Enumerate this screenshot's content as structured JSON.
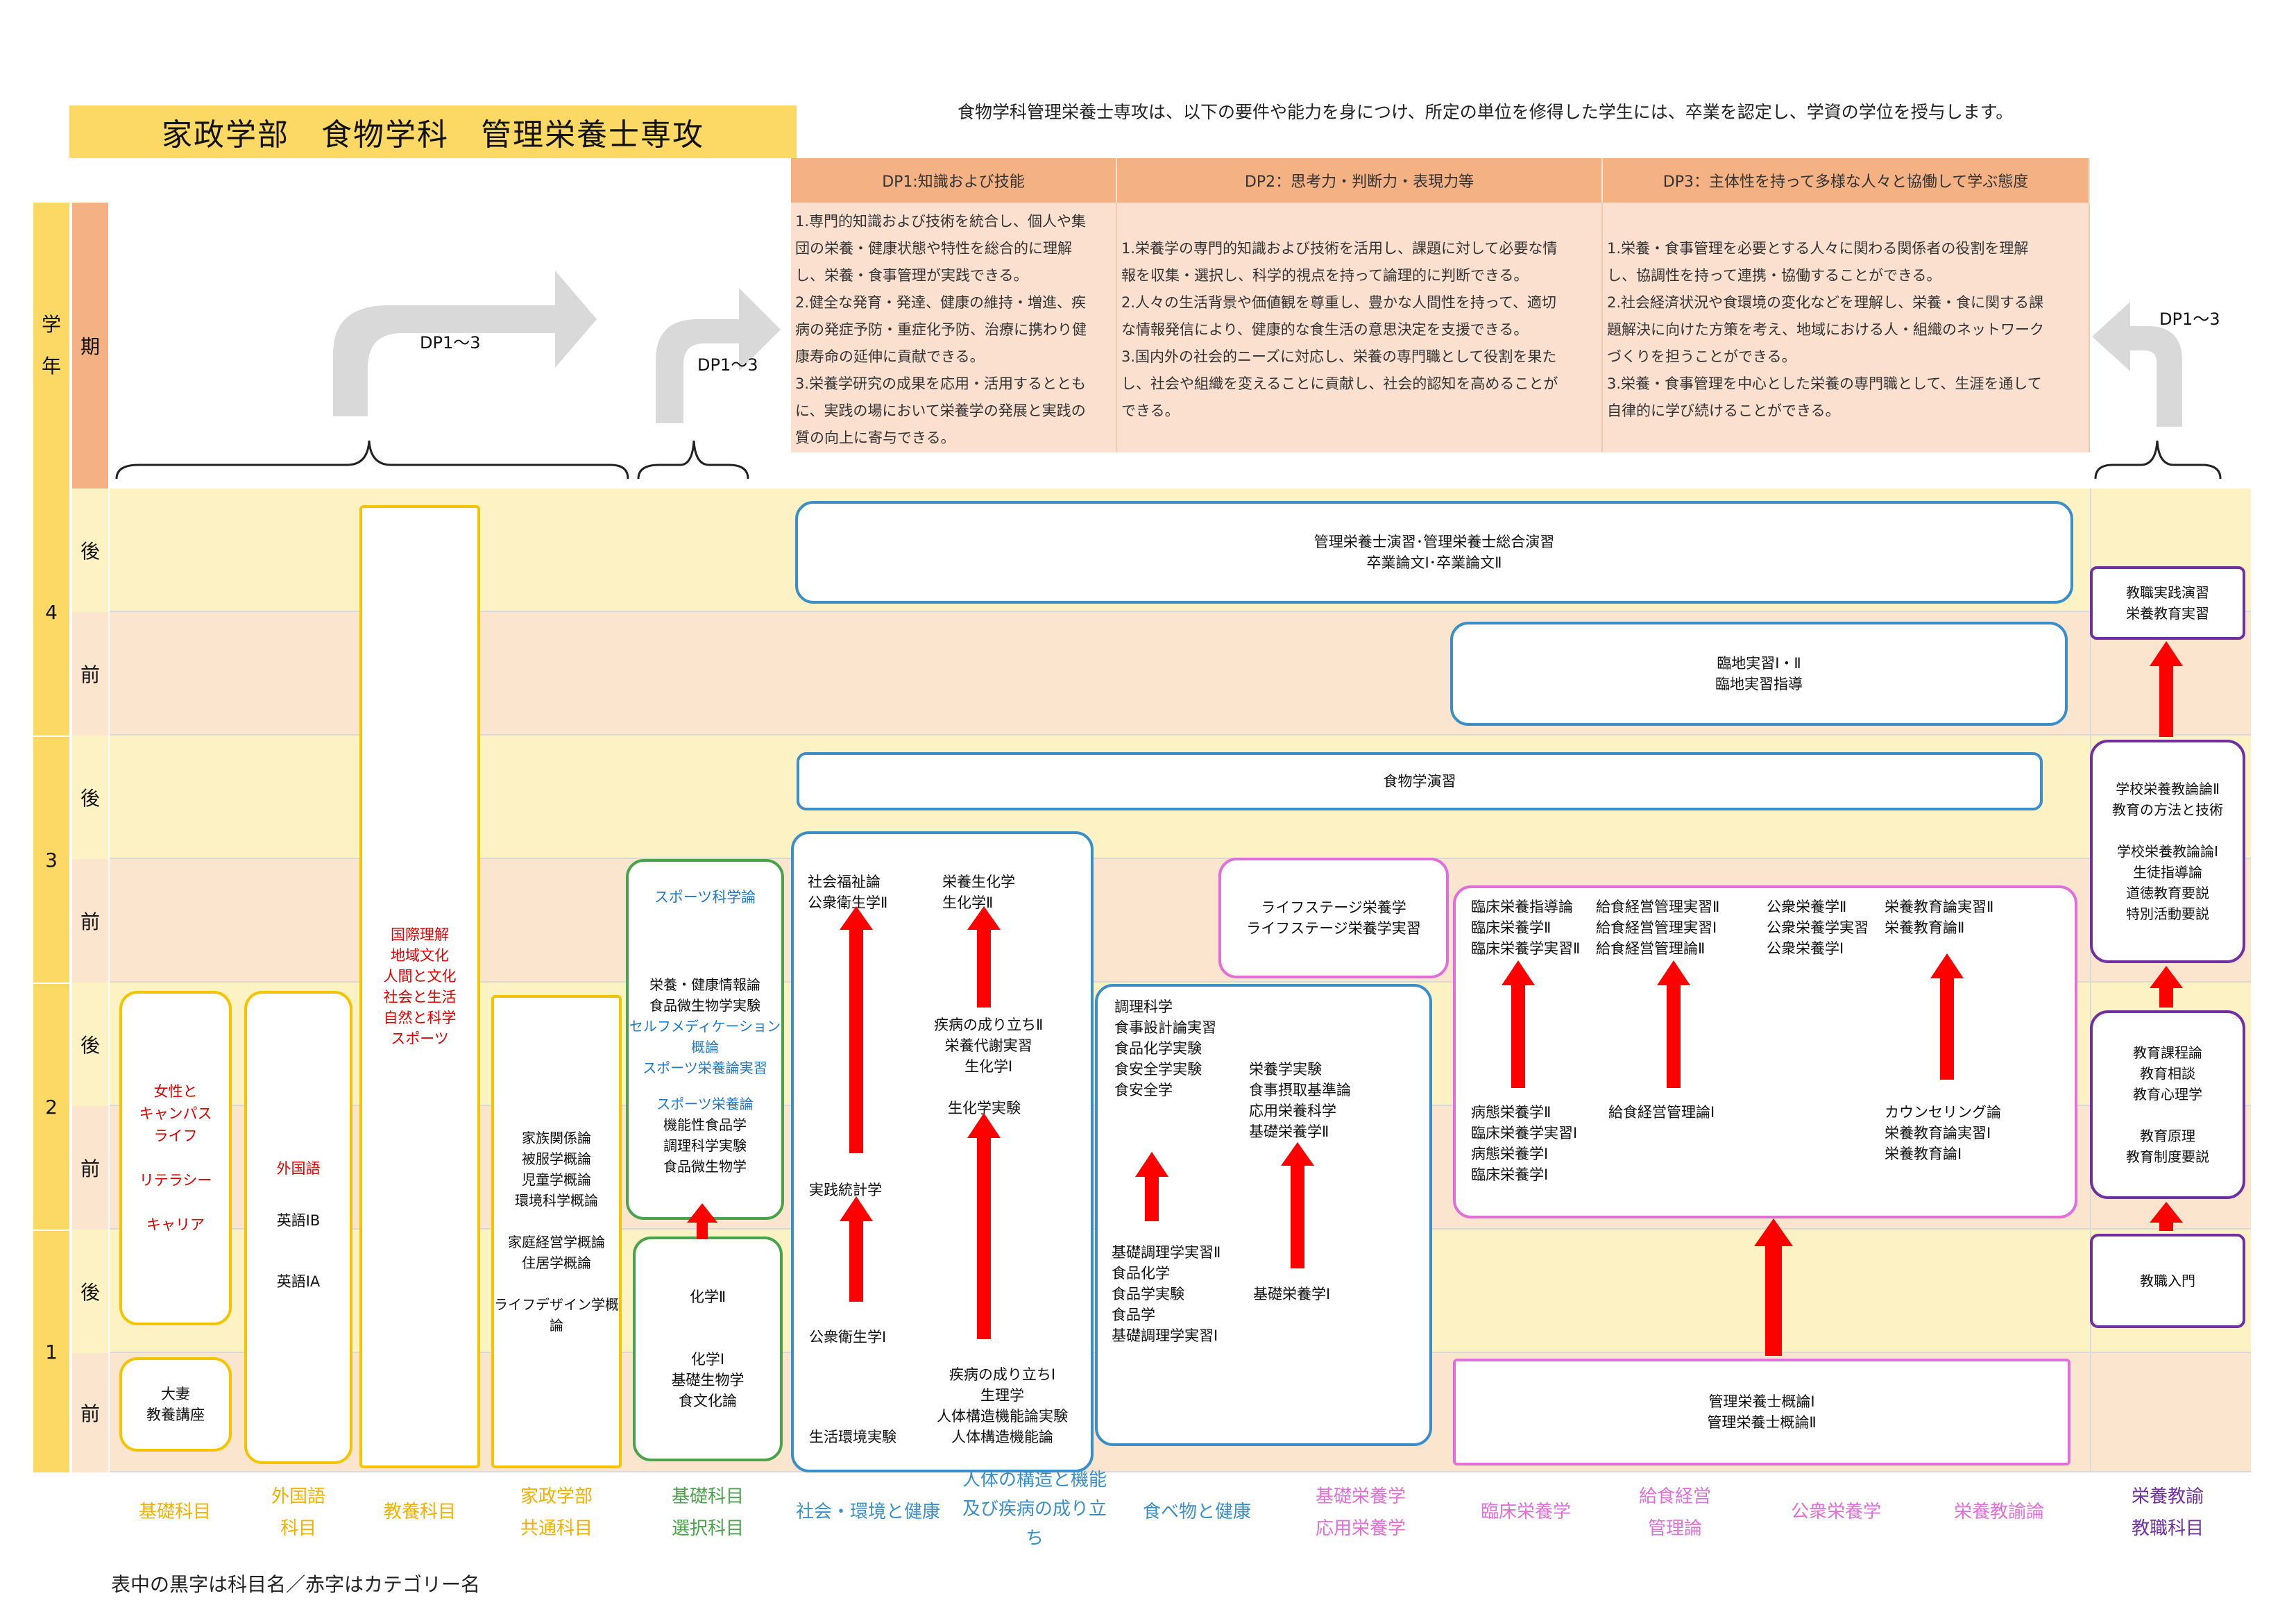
{
  "title": "家政学部　食物学科　管理栄養士専攻",
  "intro": "食物学科管理栄養士専攻は、以下の要件や能力を身につけ、所定の単位を修得した学生には、卒業を認定し、学資の学位を授与します。",
  "dp": [
    {
      "head": "DP1:知識および技能",
      "body": "1.専門的知識および技術を統合し、個人や集\n団の栄養・健康状態や特性を総合的に理解\nし、栄養・食事管理が実践できる。\n2.健全な発育・発達、健康の維持・増進、疾\n病の発症予防・重症化予防、治療に携わり健\n康寿命の延伸に貢献できる。\n3.栄養学研究の成果を応用・活用するととも\nに、実践の場において栄養学の発展と実践の\n質の向上に寄与できる。"
    },
    {
      "head": "DP2：思考力・判断力・表現力等",
      "body": "\n1.栄養学の専門的知識および技術を活用し、課題に対して必要な情\n報を収集・選択し、科学的視点を持って論理的に判断できる。\n2.人々の生活背景や価値観を尊重し、豊かな人間性を持って、適切\nな情報発信により、健康的な食生活の意思決定を支援できる。\n3.国内外の社会的ニーズに対応し、栄養の専門職として役割を果た\nし、社会や組織を変えることに貢献し、社会的認知を高めることが\nできる。"
    },
    {
      "head": "DP3：主体性を持って多様な人々と協働して学ぶ態度",
      "body": "\n1.栄養・食事管理を必要とする人々に関わる関係者の役割を理解\nし、協調性を持って連携・協働することができる。\n2.社会経済状況や食環境の変化などを理解し、栄養・食に関する課\n題解決に向けた方策を考え、地域における人・組織のネットワーク\nづくりを担うことができる。\n3.栄養・食事管理を中心とした栄養の専門職として、生涯を通して\n自律的に学び続けることができる。"
    }
  ],
  "dp_arrows": [
    "DP1～3",
    "DP1～3",
    "DP1～3"
  ],
  "header_cols": {
    "gakunen": "学\n年",
    "ki": "期"
  },
  "years": [
    "4",
    "3",
    "2",
    "1"
  ],
  "terms": [
    "後",
    "前",
    "後",
    "前",
    "後",
    "前",
    "後",
    "前"
  ],
  "boxes": {
    "kiso_cat": "女性と\nキャンパス\nライフ\n\nリテラシー\n\nキャリア",
    "kiso_subj": "大妻\n教養講座",
    "gaikoku_cat": "外国語",
    "gaikoku_subj": "英語ⅠB\n\n英語ⅠA",
    "kyoyo_cat": "国際理解\n地域文化\n人間と文化\n社会と生活\n自然と科学\nスポーツ",
    "kasei": "家族関係論\n被服学概論\n児童学概論\n環境科学概論\n\n家庭経営学概論\n住居学概論\n\nライフデザイン学概\n論",
    "sentaku_upper_blue": "スポーツ科学論",
    "sentaku_upper_1": "栄養・健康情報論\n食品微生物学実験",
    "sentaku_upper_blue2": "セルフメディケーション\n概論\nスポーツ栄養論実習",
    "sentaku_upper_blue3": "スポーツ栄養論",
    "sentaku_upper_2": "機能性食品学\n調理科学実験\n食品微生物学",
    "sentaku_lower": "化学Ⅱ\n\n\n化学Ⅰ\n基礎生物学\n食文化論",
    "shakai_1": "社会福祉論\n公衆衛生学Ⅱ",
    "shakai_2": "実践統計学",
    "shakai_3": "公衆衛生学Ⅰ",
    "shakai_4": "生活環境実験",
    "jintai_1": "栄養生化学\n生化学Ⅱ",
    "jintai_2": "疾病の成り立ちⅡ\n栄養代謝実習\n生化学Ⅰ",
    "jintai_3": "生化学実験",
    "jintai_4": "疾病の成り立ちⅠ\n生理学\n人体構造機能論実験\n人体構造機能論",
    "tabemono_1": "調理科学\n食事設計論実習\n食品化学実験\n食安全学実験\n食安全学",
    "tabemono_2": "栄養学実験\n食事摂取基準論\n応用栄養科学\n基礎栄養学Ⅱ",
    "tabemono_3": "基礎調理学実習Ⅱ\n食品化学\n食品学実験\n食品学\n基礎調理学実習Ⅰ",
    "tabemono_4": "基礎栄養学Ⅰ",
    "lifestage": "ライフステージ栄養学\nライフステージ栄養学実習",
    "rinsho_upper": "臨床栄養指導論\n臨床栄養学Ⅱ\n臨床栄養学実習Ⅱ",
    "kyushoku_upper": "給食経営管理実習Ⅱ\n給食経営管理実習Ⅰ\n給食経営管理論Ⅱ",
    "koshu_upper": "公衆栄養学Ⅱ\n公衆栄養学実習\n公衆栄養学Ⅰ",
    "kyoiku_upper": "栄養教育論実習Ⅱ\n栄養教育論Ⅱ",
    "rinsho_lower": "病態栄養学Ⅱ\n臨床栄養学実習Ⅰ\n病態栄養学Ⅰ\n臨床栄養学Ⅰ",
    "kyushoku_lower": "給食経営管理論Ⅰ",
    "kyoiku_lower": "カウンセリング論\n栄養教育論実習Ⅰ\n栄養教育論Ⅰ",
    "kanri_intro": "管理栄養士概論Ⅰ\n管理栄養士概論Ⅱ",
    "shokumotsu": "食物学演習",
    "sogo": "管理栄養士演習･管理栄養士総合演習\n卒業論文Ⅰ･卒業論文Ⅱ",
    "rinchi": "臨地実習Ⅰ・Ⅱ\n臨地実習指導",
    "kyoshoku_1": "教職実践演習\n栄養教育実習",
    "kyoshoku_2": "学校栄養教論論Ⅱ\n教育の方法と技術\n\n学校栄養教論論Ⅰ\n生徒指導論\n道徳教育要説\n特別活動要説",
    "kyoshoku_3": "教育課程論\n教育相談\n教育心理学\n\n教育原理\n教育制度要説",
    "kyoshoku_4": "教職入門"
  },
  "categories": [
    {
      "label": "基礎科目",
      "color": "#f0b000"
    },
    {
      "label": "外国語\n科目",
      "color": "#f0b000"
    },
    {
      "label": "教養科目",
      "color": "#f0b000"
    },
    {
      "label": "家政学部\n共通科目",
      "color": "#f0b000"
    },
    {
      "label": "基礎科目\n選択科目",
      "color": "#4aa24a"
    },
    {
      "label": "社会・環境と健康",
      "color": "#3a8fc8"
    },
    {
      "label": "人体の構造と機能\n及び疾病の成り立\nち",
      "color": "#3a8fc8"
    },
    {
      "label": "食べ物と健康",
      "color": "#3a8fc8"
    },
    {
      "label": "基礎栄養学\n応用栄養学",
      "color": "#e070d8"
    },
    {
      "label": "臨床栄養学",
      "color": "#e070d8"
    },
    {
      "label": "給食経営\n管理論",
      "color": "#e070d8"
    },
    {
      "label": "公衆栄養学",
      "color": "#e070d8"
    },
    {
      "label": "栄養教諭論",
      "color": "#e070d8"
    },
    {
      "label": "栄養教諭\n教職科目",
      "color": "#7030a0"
    }
  ],
  "note": "表中の黒字は科目名／赤字はカテゴリー名",
  "colors": {
    "yellow": "#fcd964",
    "orange": "#f4b183",
    "arrow_red": "#ff0000",
    "arrow_gray": "#d9d9d9"
  }
}
